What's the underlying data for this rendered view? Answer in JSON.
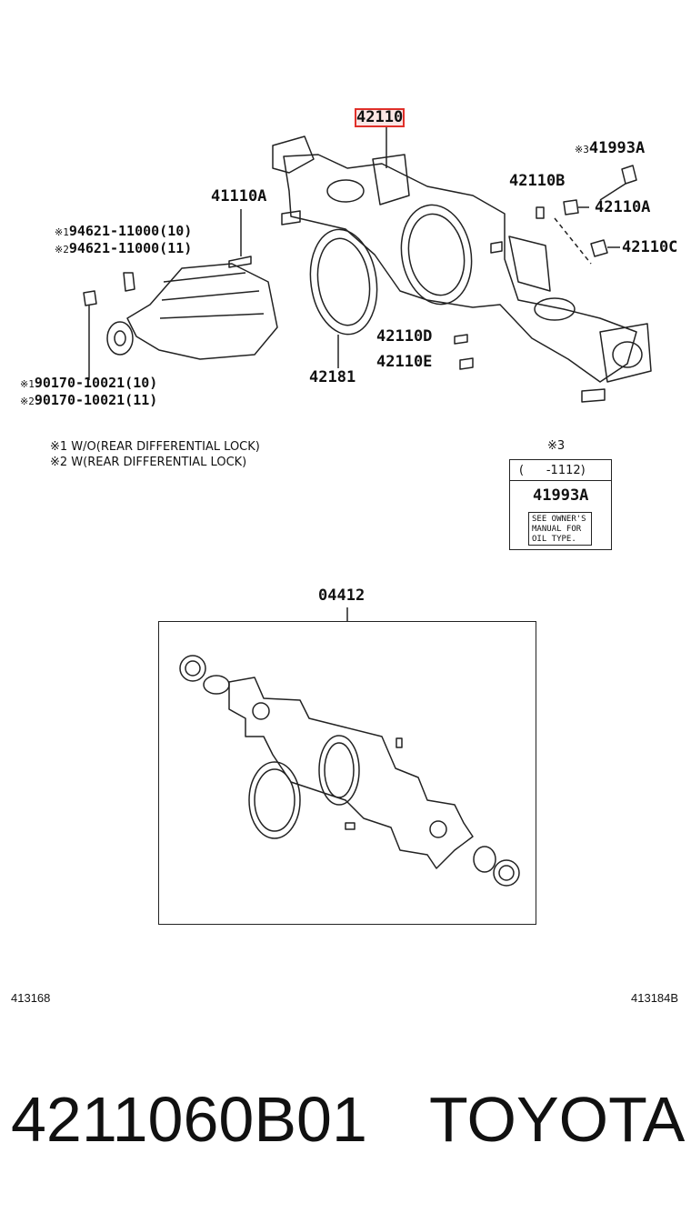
{
  "parts": {
    "housing": "42110",
    "label_top": "41993A",
    "label_top_mark": "※3",
    "plug_b": "42110B",
    "plug_a": "42110A",
    "breather": "42110C",
    "carrier": "41110A",
    "bolt1_mark": "※1",
    "bolt1": "94621-11000(10)",
    "bolt2_mark": "※2",
    "bolt2": "94621-11000(11)",
    "nut1_mark": "※1",
    "nut1": "90170-10021(10)",
    "nut2_mark": "※2",
    "nut2": "90170-10021(11)",
    "gasket": "42181",
    "part_d": "42110D",
    "part_e": "42110E"
  },
  "notes": {
    "note1": "※1 W/O(REAR DIFFERENTIAL LOCK)",
    "note2": "※2 W(REAR DIFFERENTIAL LOCK)"
  },
  "label_box": {
    "mark": "※3",
    "range": "(      -1112)",
    "part": "41993A",
    "text": "SEE OWNER'S\nMANUAL FOR\nOIL TYPE."
  },
  "kit": {
    "number": "04412"
  },
  "refs": {
    "left": "413168",
    "right": "413184B"
  },
  "footer": {
    "part_number": "4211060B01",
    "brand": "TOYOTA"
  },
  "colors": {
    "highlight": "#e0302a",
    "line": "#222222"
  }
}
